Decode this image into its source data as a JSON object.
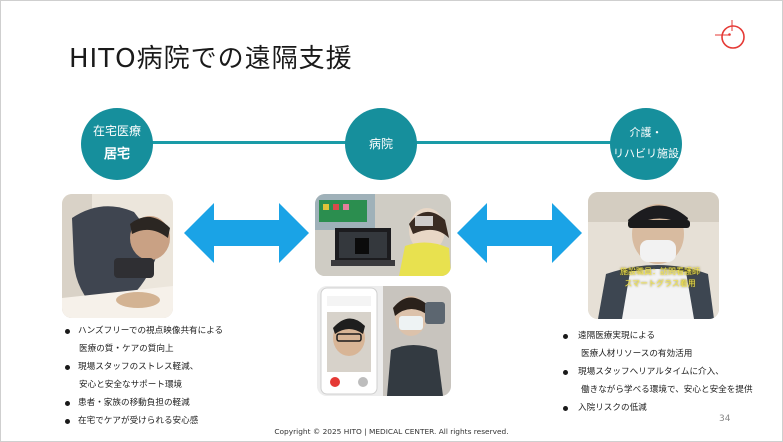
{
  "title": "HITO病院での遠隔支援",
  "nodes": {
    "home": {
      "line1": "在宅医療",
      "line2": "居宅"
    },
    "hospital": {
      "line1": "病院"
    },
    "care": {
      "line1": "介護・",
      "line2": "リハビリ施設"
    }
  },
  "care_photo_overlay": {
    "line1": "施設職員：訪問看護師",
    "line2": "スマートグラス着用"
  },
  "left_bullets": [
    {
      "text": "ハンズフリーでの視点映像共有による",
      "sub": "医療の質・ケアの質向上"
    },
    {
      "text": "現場スタッフのストレス軽減、",
      "sub": "安心と安全なサポート環境"
    },
    {
      "text": "患者・家族の移動負担の軽減",
      "sub": ""
    },
    {
      "text": "在宅でケアが受けられる安心感",
      "sub": ""
    }
  ],
  "right_bullets": [
    {
      "text": "遠隔医療実現による",
      "sub": "医療人材リソースの有効活用"
    },
    {
      "text": "現場スタッフへリアルタイムに介入、",
      "sub": "働きながら学べる環境で、安心と安全を提供"
    },
    {
      "text": "入院リスクの低減",
      "sub": ""
    }
  ],
  "page_number": "34",
  "footer": "Copyright © 2025 HITO | MEDICAL CENTER. All rights reserved.",
  "colors": {
    "teal": "#168f9c",
    "arrow_blue": "#1aa3e6",
    "logo_red": "#e53935"
  },
  "icons": [
    "logo-circle-icon",
    "double-arrow-icon"
  ]
}
